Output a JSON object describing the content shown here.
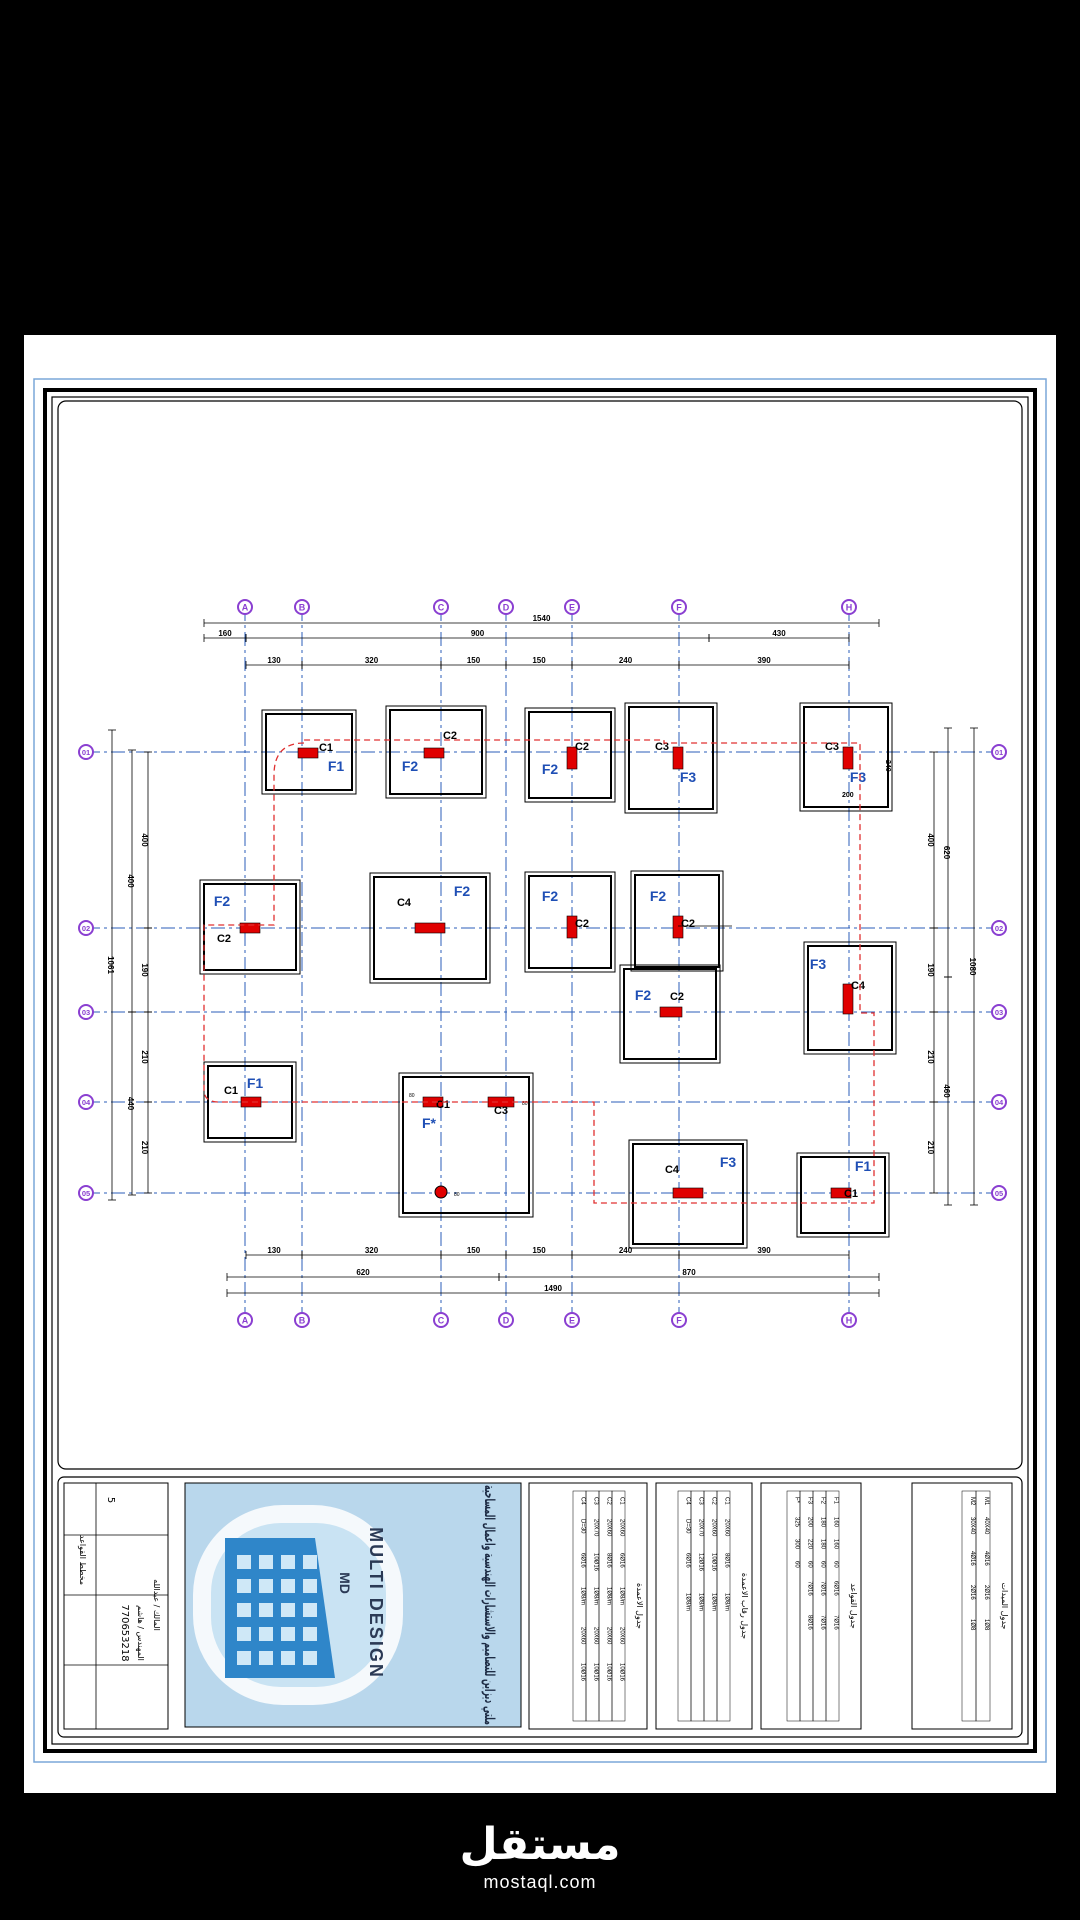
{
  "grid": {
    "columns": [
      "A",
      "B",
      "C",
      "D",
      "E",
      "F",
      "H"
    ],
    "rows": [
      "01",
      "02",
      "03",
      "04",
      "05"
    ]
  },
  "dimensions": {
    "top_total": "1540",
    "top_segments": [
      "160",
      "900",
      "430"
    ],
    "top_spacings": [
      "130",
      "320",
      "150",
      "150",
      "240",
      "390"
    ],
    "bottom_spacings": [
      "130",
      "320",
      "150",
      "150",
      "240",
      "390"
    ],
    "bottom_segments": [
      "620",
      "870"
    ],
    "bottom_total": "1490",
    "left_outer": "1061",
    "left_mid": [
      "400",
      "440"
    ],
    "left_inner": [
      "400",
      "190",
      "210",
      "210"
    ],
    "right_outer": "1080",
    "right_mid": [
      "620",
      "460"
    ],
    "right_inner": [
      "400",
      "190",
      "210",
      "210"
    ],
    "footing_dims": [
      "240",
      "200"
    ],
    "small_marks": [
      "80",
      "80",
      "80",
      "80"
    ]
  },
  "footings": [
    {
      "type": "F1",
      "column": "C1"
    },
    {
      "type": "F2",
      "column": "C2"
    },
    {
      "type": "F2",
      "column": "C2"
    },
    {
      "type": "F3",
      "column": "C3"
    },
    {
      "type": "F3",
      "column": "C3"
    },
    {
      "type": "F2",
      "column": "C2"
    },
    {
      "type": "F2",
      "column": "C4"
    },
    {
      "type": "F2",
      "column": "C2"
    },
    {
      "type": "F2",
      "column": "C2"
    },
    {
      "type": "F2",
      "column": "C2"
    },
    {
      "type": "F3",
      "column": "C4"
    },
    {
      "type": "F1",
      "column": "C1"
    },
    {
      "type": "F*",
      "column": "C1"
    },
    {
      "type": "",
      "column": "C3"
    },
    {
      "type": "F3",
      "column": "C4"
    },
    {
      "type": "F1",
      "column": "C1"
    }
  ],
  "title_block": {
    "company_ar": "ملتي ديزاين للتصاميم والاستشارات الهندسية واعمال المساحية",
    "logo_text": "MULTI DESIGN",
    "logo_mark": "MD",
    "sheet_number": "5",
    "phone": "770653218",
    "owner_label": "المالك / عبدالله",
    "engineer_label": "المهندس / هاشم",
    "sheet_title": "مخطط القواعد",
    "schedule_columns_title": "جدول الاعمدة",
    "schedule_footings_title": "جدول القواعد",
    "schedule_neck_title": "جدول رقاب الاعمدة",
    "schedule_beams_title": "جدول الميدات"
  },
  "schedules": {
    "columns_rows": [
      [
        "C1",
        "20X60",
        "6Ø16",
        "1Ø8/m",
        "20X60",
        "10Ø16"
      ],
      [
        "C2",
        "20X60",
        "8Ø16",
        "1Ø8/m",
        "20X60",
        "10Ø16"
      ],
      [
        "C3",
        "20X70",
        "10Ø16",
        "1Ø8/m",
        "20X60",
        "10Ø16"
      ],
      [
        "C4",
        "D=30",
        "6Ø16",
        "1Ø8/m",
        "20X60",
        "10Ø16"
      ]
    ],
    "neck_rows": [
      [
        "C1",
        "20X60",
        "8Ø16",
        "1Ø8/m"
      ],
      [
        "C2",
        "20X60",
        "10Ø16",
        "1Ø8/m"
      ],
      [
        "C3",
        "20X70",
        "12Ø16",
        "1Ø8/m"
      ],
      [
        "C4",
        "D=30",
        "6Ø16",
        "1Ø8/m"
      ]
    ],
    "footing_rows": [
      [
        "F1",
        "160",
        "160",
        "60",
        "6Ø16",
        "7Ø16"
      ],
      [
        "F2",
        "180",
        "180",
        "60",
        "7Ø16",
        "7Ø16"
      ],
      [
        "F3",
        "200",
        "220",
        "60",
        "7Ø16",
        "8Ø16"
      ],
      [
        "F*",
        "325",
        "300",
        "60",
        "",
        ""
      ]
    ],
    "beam_rows": [
      [
        "M1",
        "40X40",
        "4Ø16",
        "2Ø16",
        "1Ø8"
      ],
      [
        "M2",
        "30X40",
        "4Ø16",
        "2Ø16",
        "1Ø8"
      ]
    ]
  },
  "watermark": {
    "arabic": "مستقل",
    "latin": "mostaql.com"
  },
  "colors": {
    "grid_line": "#2b5db8",
    "grid_bubble": "#8a3fd1",
    "column_fill": "#e00000",
    "beam_line": "#e03030",
    "footing_label": "#1f4fb5"
  }
}
